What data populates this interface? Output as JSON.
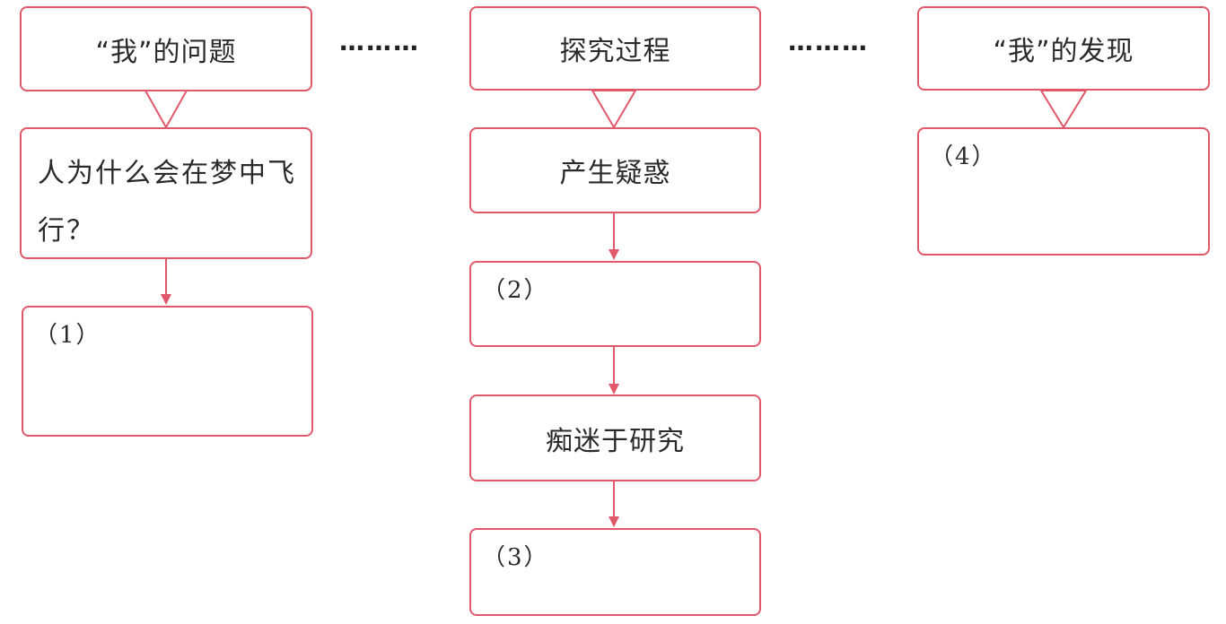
{
  "columns": {
    "left": {
      "header": "“我”的问题",
      "question": "人为什么会在梦中飞行？",
      "answer_label": "（1）"
    },
    "middle": {
      "header": "探究过程",
      "steps": [
        "产生疑惑",
        "（2）",
        "痴迷于研究",
        "（3）"
      ]
    },
    "right": {
      "header": "“我”的发现",
      "answer_label": "（4）"
    }
  },
  "separator": "………",
  "colors": {
    "border": "#e0586a",
    "arrow": "#e0586a",
    "text": "#2a2a2a"
  }
}
